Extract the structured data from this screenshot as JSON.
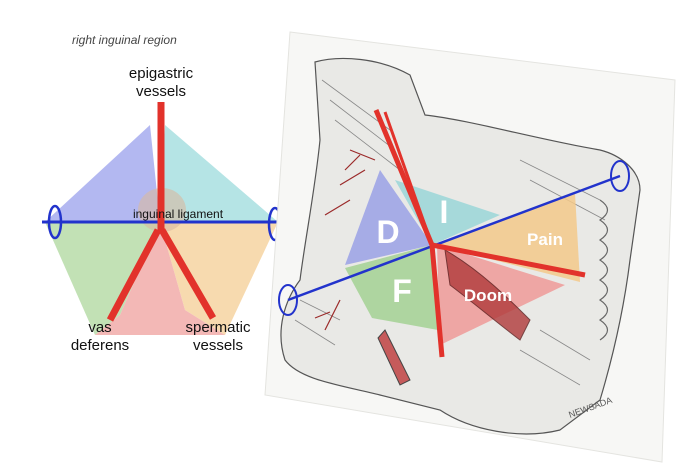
{
  "schematic": {
    "title": "right inguinal region",
    "labels": {
      "epigastric_1": "epigastric",
      "epigastric_2": "vessels",
      "ligament": "inguinal ligament",
      "vas_1": "vas",
      "vas_2": "deferens",
      "spermatic_1": "spermatic",
      "spermatic_2": "vessels"
    }
  },
  "illustration": {
    "labels": {
      "direct": "D",
      "indirect": "I",
      "femoral": "F",
      "pain": "Pain",
      "doom": "Doom"
    },
    "signature": "NEWSADA"
  },
  "colors": {
    "vessel_red": "#e2322b",
    "ligament_blue": "#2233cc",
    "direct_blue": "#8f97e6",
    "indirect_cyan": "#8fd3d6",
    "femoral_green": "#9fcf8e",
    "pain_orange": "#f3c98a",
    "doom_red": "#ee9a98"
  }
}
